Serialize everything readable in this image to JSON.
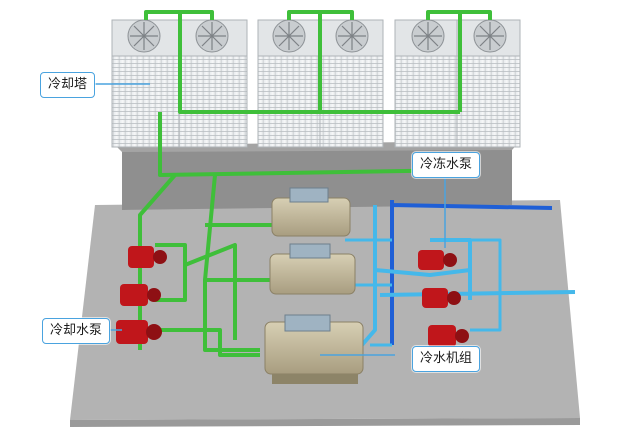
{
  "labels": {
    "cooling_tower": "冷却塔",
    "chilled_water_pump": "冷冻水泵",
    "cooling_water_pump": "冷却水泵",
    "chiller_unit": "冷水机组"
  },
  "colors": {
    "cooling_pipe": "#3fbf3a",
    "chilled_supply_pipe": "#1f5fd6",
    "chilled_return_pipe": "#45b8ea",
    "pump": "#c0161b",
    "chiller": "#b8ae92",
    "callout_border": "#4aa3df"
  }
}
